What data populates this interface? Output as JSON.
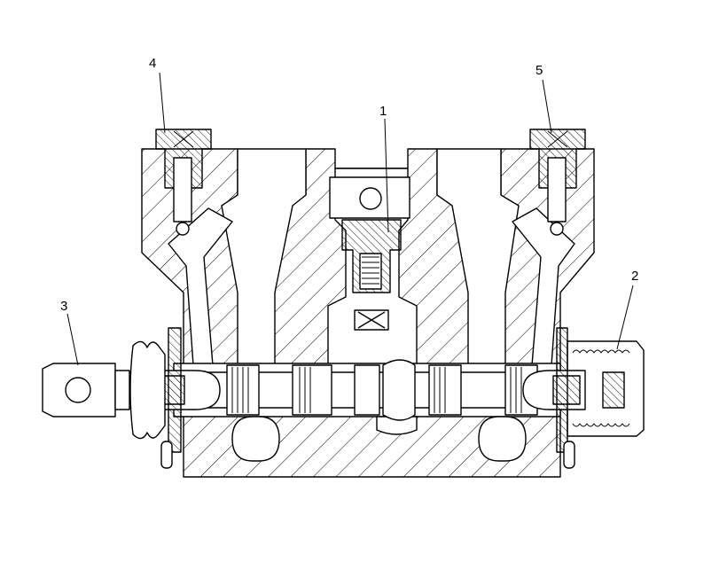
{
  "diagram": {
    "callouts": [
      {
        "id": "c4",
        "label": "4"
      },
      {
        "id": "c5",
        "label": "5"
      },
      {
        "id": "c1",
        "label": "1"
      },
      {
        "id": "c2",
        "label": "2"
      },
      {
        "id": "c3",
        "label": "3"
      }
    ],
    "colors": {
      "stroke": "#000000",
      "background": "#ffffff",
      "hatch": "#000000"
    }
  }
}
